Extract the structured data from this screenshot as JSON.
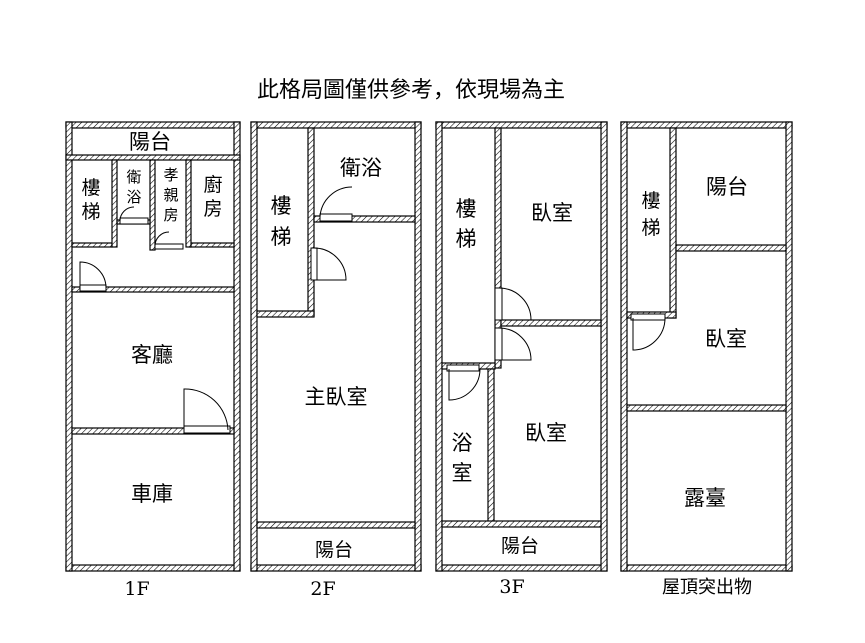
{
  "notice": "此格局圖僅供參考，依現場為主",
  "floors": {
    "f1": {
      "label": "1F",
      "rooms": {
        "balcony": "陽台",
        "stairs": [
          "樓",
          "梯"
        ],
        "bath": [
          "衛",
          "浴"
        ],
        "parents_room": [
          "孝",
          "親",
          "房"
        ],
        "kitchen": [
          "廚",
          "房"
        ],
        "living": "客廳",
        "garage": "車庫"
      }
    },
    "f2": {
      "label": "2F",
      "rooms": {
        "stairs": [
          "樓",
          "梯"
        ],
        "bath": "衛浴",
        "master": "主臥室",
        "balcony": "陽台"
      }
    },
    "f3": {
      "label": "3F",
      "rooms": {
        "stairs": [
          "樓",
          "梯"
        ],
        "bedroom_top": "臥室",
        "bath": [
          "浴",
          "室"
        ],
        "bedroom_bottom": "臥室",
        "balcony": "陽台"
      }
    },
    "roof": {
      "label": "屋頂突出物",
      "rooms": {
        "stairs": [
          "樓",
          "梯"
        ],
        "balcony": "陽台",
        "bedroom": "臥室",
        "terrace": "露臺"
      }
    }
  }
}
